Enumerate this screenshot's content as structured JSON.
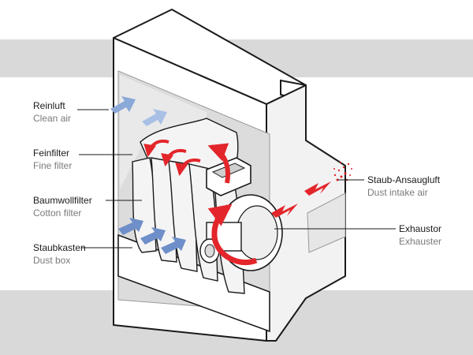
{
  "labels": {
    "reinluft": {
      "de": "Reinluft",
      "en": "Clean air"
    },
    "feinfilter": {
      "de": "Feinfilter",
      "en": "Fine filter"
    },
    "baumwoll": {
      "de": "Baumwollfilter",
      "en": "Cotton filter"
    },
    "staubkasten": {
      "de": "Staubkasten",
      "en": "Dust box"
    },
    "ansaug": {
      "de": "Staub-Ansaugluft",
      "en": "Dust intake air"
    },
    "exhaustor": {
      "de": "Exhaustor",
      "en": "Exhauster"
    }
  },
  "colors": {
    "band": "#d9d9d9",
    "outline": "#1a1a1a",
    "box_face": "#ffffff",
    "box_side": "#f2f2f2",
    "interior": "#dcdcdc",
    "filter": "#f4f4f4",
    "arrow_dirty": "#e3262b",
    "arrow_clean": "#6e8fc9",
    "arrow_clean_light": "#a9c0e6"
  }
}
